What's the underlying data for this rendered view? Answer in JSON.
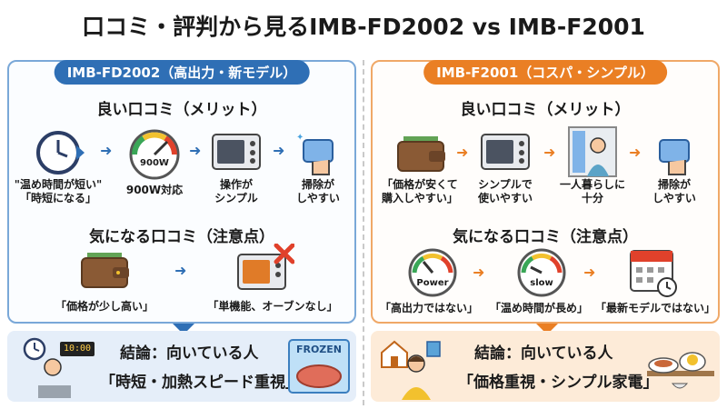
{
  "title": "口コミ・評判から見るIMB-FD2002 vs IMB-F2001",
  "left": {
    "header": "IMB-FD2002（高出力・新モデル）",
    "good_title": "良い口コミ（メリット）",
    "good_items": [
      "\"温め時間が短い\"\n「時短になる」",
      "900W対応",
      "操作が\nシンプル",
      "掃除が\nしやすい"
    ],
    "gauge_text": "900W",
    "bad_title": "気になる口コミ（注意点）",
    "bad_items": [
      "「価格が少し高い」",
      "「単機能、オーブンなし」"
    ],
    "conclusion_label": "結論：向いている人",
    "conclusion_text": "「時短・加熱スピード重視」",
    "clock_text": "10:00",
    "frozen_text": "FROZEN"
  },
  "right": {
    "header": "IMB-F2001（コスパ・シンプル）",
    "good_title": "良い口コミ（メリット）",
    "good_items": [
      "「価格が安くて\n購入しやすい」",
      "シンプルで\n使いやすい",
      "一人暮らしに\n十分",
      "掃除が\nしやすい"
    ],
    "bad_title": "気になる口コミ（注意点）",
    "bad_items": [
      "「高出力ではない」",
      "「温め時間が長め」",
      "「最新モデルではない」"
    ],
    "gauge1_text": "Power",
    "gauge2_text": "slow",
    "conclusion_label": "結論：向いている人",
    "conclusion_text": "「価格重視・シンプル家電」"
  },
  "colors": {
    "blue": "#2f6fb5",
    "orange": "#ea7f24"
  },
  "icons": [
    "clock-icon",
    "gauge-icon",
    "microwave-icon",
    "sponge-icon",
    "wallet-icon",
    "microwave-x-icon",
    "person-icon",
    "calendar-icon",
    "house-icon",
    "food-plate-icon",
    "frozen-meat-icon"
  ]
}
